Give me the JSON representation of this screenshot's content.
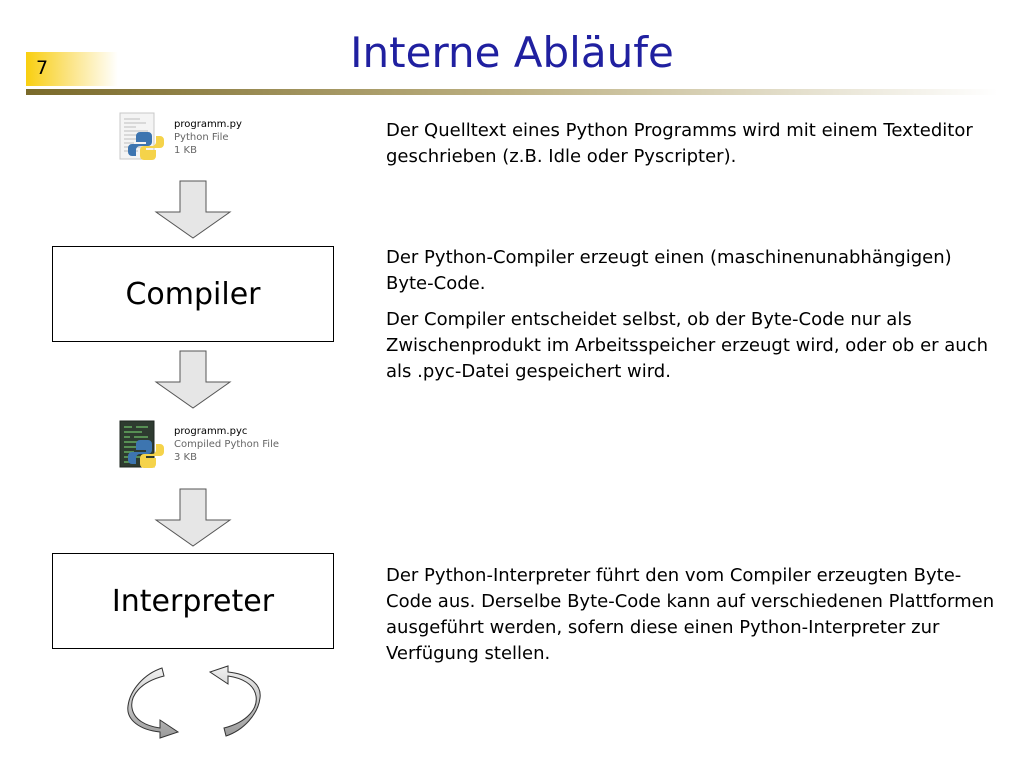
{
  "slide": {
    "page_number": "7",
    "title": "Interne Abläufe"
  },
  "source_file": {
    "name": "programm.py",
    "type": "Python File",
    "size": "1 KB",
    "icon": "python-file-icon"
  },
  "compiled_file": {
    "name": "programm.pyc",
    "type": "Compiled Python File",
    "size": "3 KB",
    "icon": "compiled-python-file-icon"
  },
  "stages": {
    "compiler": "Compiler",
    "interpreter": "Interpreter"
  },
  "descriptions": {
    "source": "Der Quelltext eines Python Programms wird mit einem Texteditor geschrieben (z.B. Idle oder Pyscripter).",
    "compiler_1": "Der Python-Compiler erzeugt einen (maschinenunabhängigen) Byte-Code.",
    "compiler_2": "Der Compiler entscheidet selbst, ob der Byte-Code nur als Zwischenprodukt im Arbeitsspeicher erzeugt wird, oder ob er auch als .pyc-Datei gespeichert wird.",
    "interpreter": "Der Python-Interpreter führt den vom Compiler erzeugten Byte-Code aus. Derselbe Byte-Code kann auf verschiedenen Plattformen ausgeführt werden, sofern diese einen Python-Interpreter zur Verfügung stellen."
  },
  "colors": {
    "title": "#2020a0",
    "badge": "#f9cf10",
    "arrow_fill": "#e6e6e6",
    "python_blue": "#3d75b0",
    "python_yellow": "#f5d34a"
  }
}
